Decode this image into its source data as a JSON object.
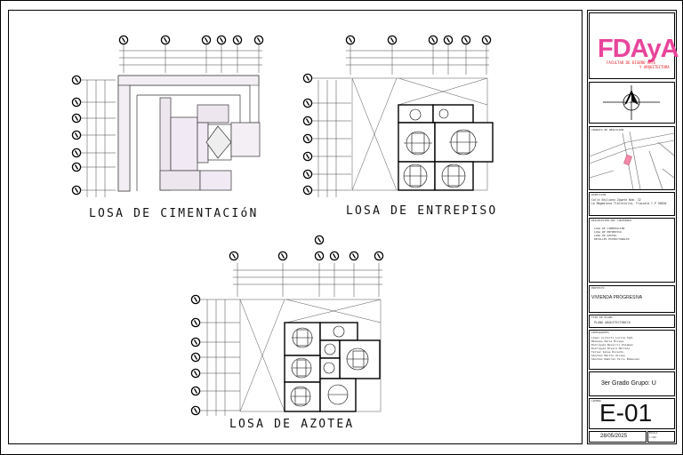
{
  "plans": {
    "cimentacion": {
      "title": "LOSA DE CIMENTACIóN"
    },
    "entrepiso": {
      "title": "LOSA DE ENTREPISO"
    },
    "azotea": {
      "title": "LOSA DE AZOTEA"
    }
  },
  "title_block": {
    "logo_text": "FDAyA",
    "logo_sub1": "FACULTAD DE DISEÑO ARTE",
    "logo_sub2": "Y ARQUITECTURA",
    "location_label": "CROQUIS DE UBICACIÓN",
    "address_label": "DIRECCIÓN",
    "address_line1": "Calle Emiliano Zapata Núm. 32",
    "address_line2": "La Magdalena Tlaltelulco, Tlaxcala C.P 90830",
    "contents_label": "DESCRIPCIÓN DEL CONTENIDO",
    "contents": [
      "LOSA DE CIMENTACIÓN",
      "LOSA DE ENTREPISO",
      "LOSA DE AZOTEA",
      "DETALLES ESTRUCTURALES"
    ],
    "project_label": "PROYECTO",
    "project": "VIVIENDA PROGRESIVA",
    "plan_label": "TIPO DE PLANO",
    "plan_type": "PLANO ARQUITECTÓNICO",
    "team_label": "INTEGRANTES",
    "team": [
      "López Cortorti Lucila Yaël",
      "Meneses Pérez Mireya",
      "Rodríguez Becerril Esteban",
      "Rodríguez Rivera Marcelo",
      "Tellez Salas Ricardo",
      "Sánchez Martín Ulises",
      "Sánchez Ramírez Vicio Emmanuel"
    ],
    "grade": "3er Grado Grupo: U",
    "sheet_label": "LÁMINA",
    "sheet": "E-01",
    "date": "28/05/2025",
    "scale_label": "ESCALA",
    "scale": "1:100"
  },
  "colors": {
    "logo_pink": "#e8459c",
    "logo_red": "#e21d24",
    "marker": "#f48aa8"
  }
}
